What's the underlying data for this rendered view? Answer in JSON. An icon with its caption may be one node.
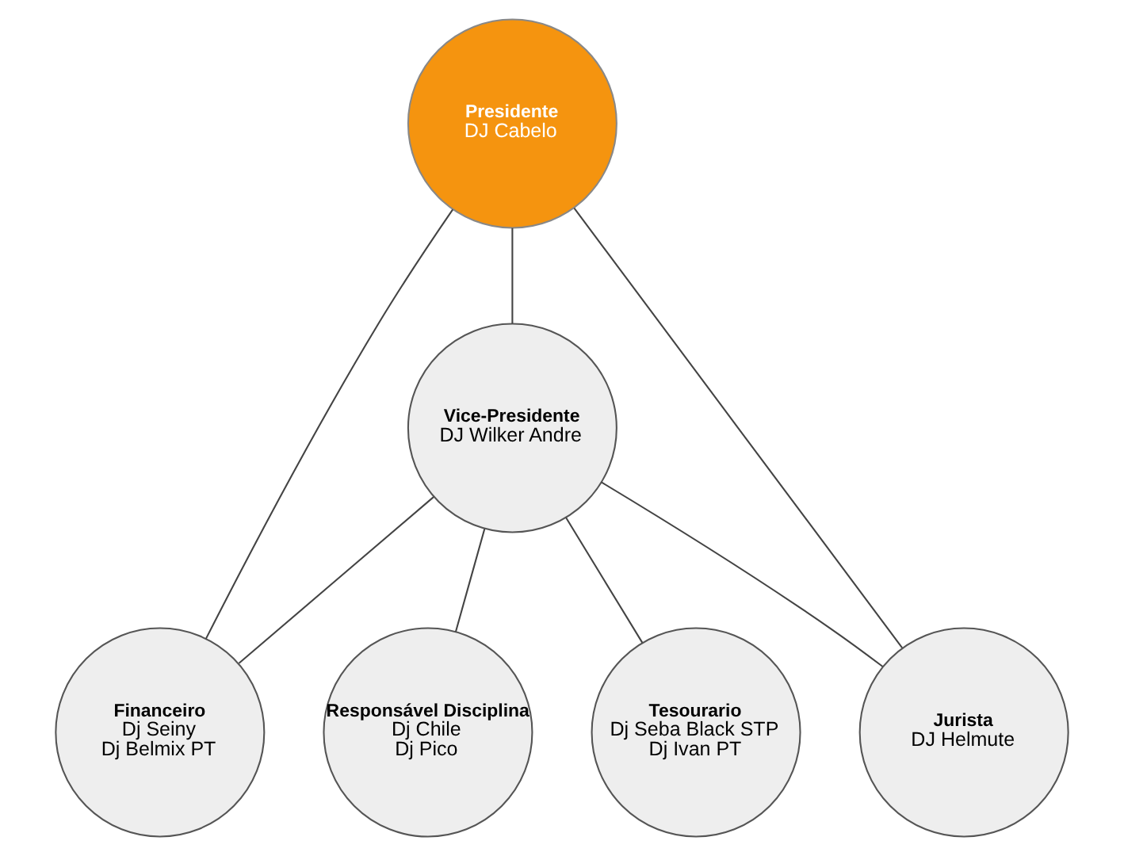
{
  "diagram": {
    "nodes": [
      {
        "text": [
          "Presidente",
          "DJ Cabelo"
        ]
      },
      {
        "text": [
          "Vice-Presidente",
          "DJ Wilker Andre"
        ]
      },
      {
        "text": [
          "Financeiro",
          "Dj Seiny",
          "Dj Belmix PT"
        ]
      },
      {
        "text": [
          "Responsável Disciplina",
          "Dj Chile",
          "Dj Pico"
        ]
      },
      {
        "text": [
          "Tesourario",
          "Dj Seba Black STP",
          "Dj Ivan PT"
        ]
      },
      {
        "text": [
          "Jurista",
          "DJ Helmute"
        ]
      }
    ],
    "edges": [
      {
        "from": 0,
        "to": 1,
        "arrow": "none"
      },
      {
        "from": 0,
        "to": 2,
        "arrow": "none"
      },
      {
        "from": 0,
        "to": 5,
        "arrow": "none"
      },
      {
        "from": 1,
        "to": 2,
        "arrow": "none"
      },
      {
        "from": 1,
        "to": 3,
        "arrow": "none"
      },
      {
        "from": 1,
        "to": 4,
        "arrow": "none"
      },
      {
        "from": 1,
        "to": 5,
        "arrow": "none"
      }
    ]
  }
}
